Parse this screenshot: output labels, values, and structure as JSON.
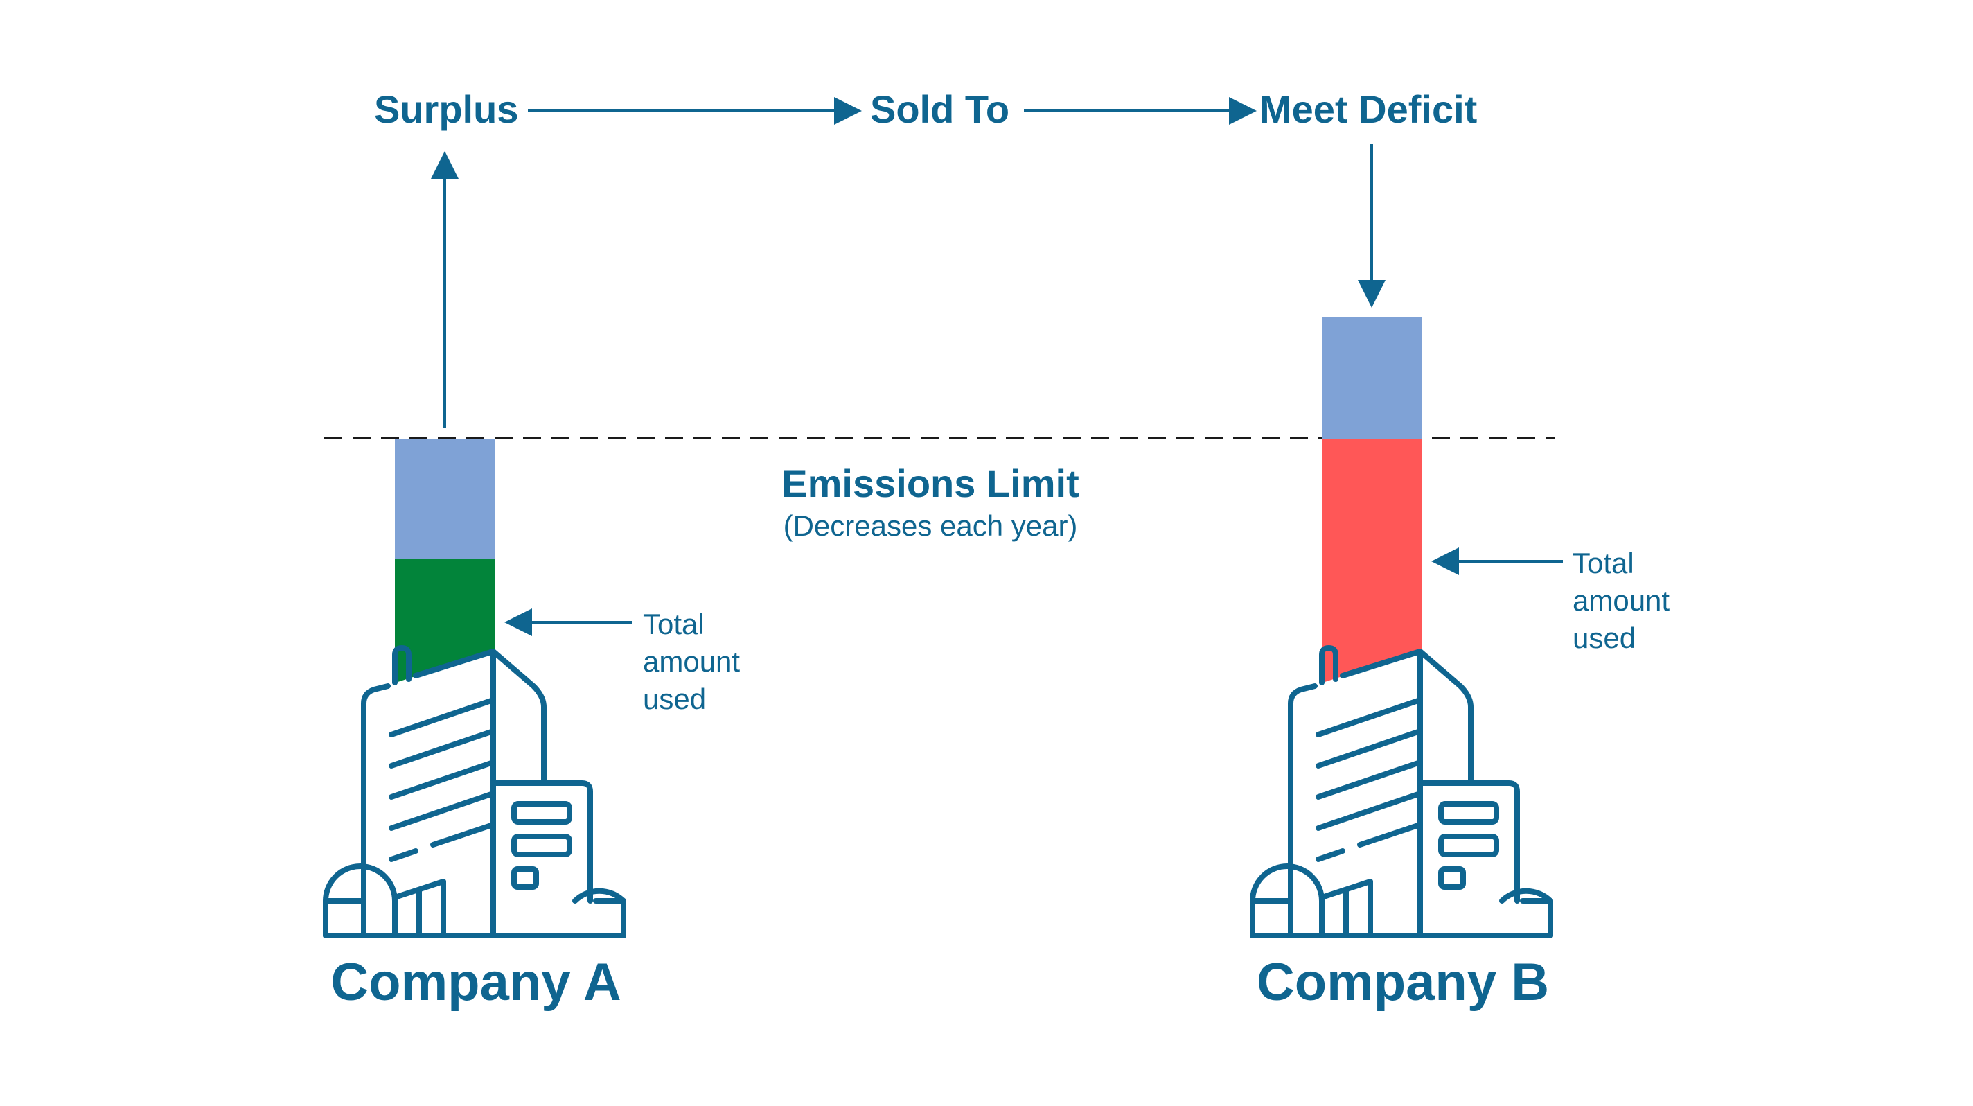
{
  "flow": {
    "surplus": "Surplus",
    "sold_to": "Sold To",
    "meet_deficit": "Meet Deficit"
  },
  "limit": {
    "title": "Emissions Limit",
    "subtitle": "(Decreases each year)"
  },
  "company_a": {
    "name": "Company A",
    "usage_label": "Total amount used"
  },
  "company_b": {
    "name": "Company B",
    "usage_label": "Total amount used"
  },
  "colors": {
    "text": "#0f6590",
    "surplus_block": "#7fa2d6",
    "under_limit_usage": "#02843a",
    "over_limit_usage": "#ff5757",
    "limit_line": "#1a1a1a",
    "building_outline": "#0f6590"
  },
  "icons": {
    "building": "building-icon",
    "arrow": "arrow-icon"
  }
}
